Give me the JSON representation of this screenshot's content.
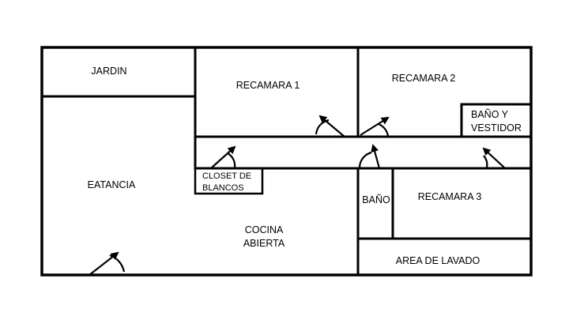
{
  "rooms": {
    "jardin": "JARDIN",
    "recamara1": "RECAMARA 1",
    "recamara2": "RECAMARA 2",
    "bano_vestidor_line1": "BAÑO Y",
    "bano_vestidor_line2": "VESTIDOR",
    "eatancia": "EATANCIA",
    "closet_line1": "CLOSET DE",
    "closet_line2": "BLANCOS",
    "cocina_line1": "COCINA",
    "cocina_line2": "ABIERTA",
    "bano": "BAÑO",
    "recamara3": "RECAMARA 3",
    "area_lavado": "AREA DE LAVADO"
  },
  "colors": {
    "wall": "#000000",
    "background": "#ffffff"
  },
  "symbols": {
    "door": "door-swing-arrow-icon"
  }
}
